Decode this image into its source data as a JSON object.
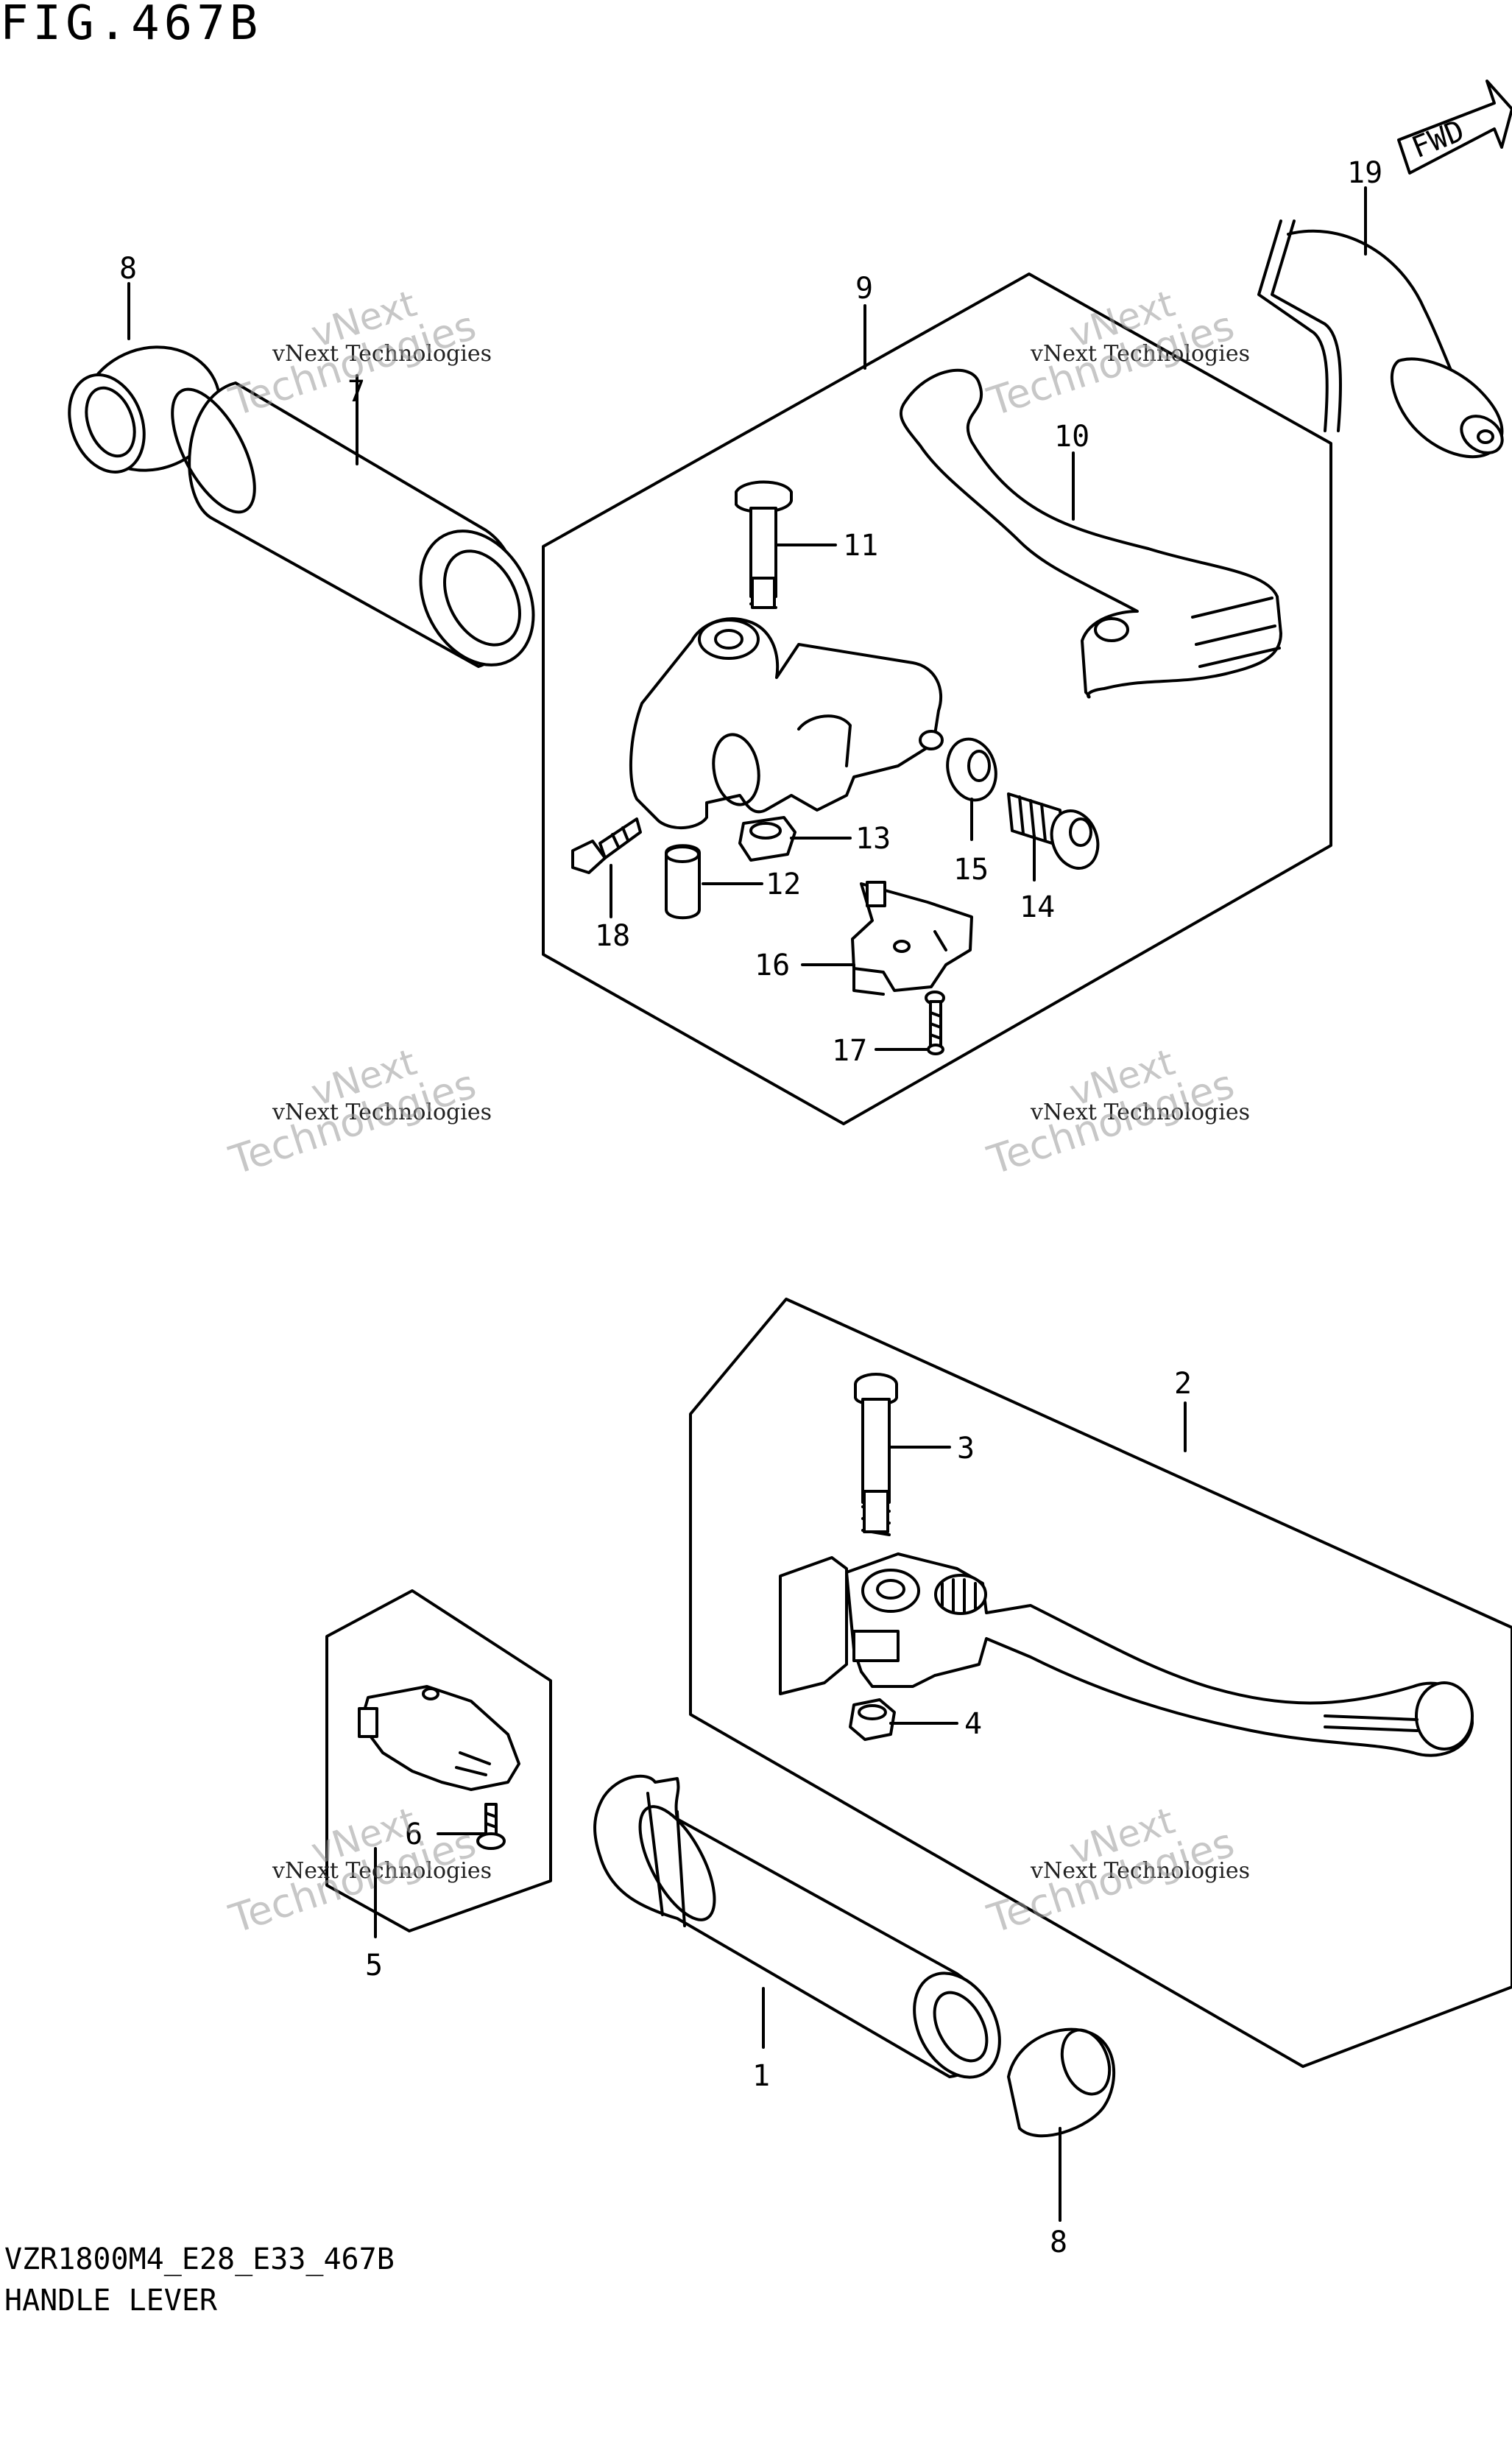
{
  "header": {
    "figure_title": "FIG.467B"
  },
  "footer": {
    "model_code": "VZR1800M4_E28_E33_467B",
    "section_name": "HANDLE LEVER"
  },
  "direction_label": "FWD",
  "watermark": {
    "line1": "vNext Technologies",
    "line2": "vNext",
    "line3": "Technologies"
  },
  "callouts": [
    "1",
    "2",
    "3",
    "4",
    "5",
    "6",
    "7",
    "8",
    "9",
    "10",
    "11",
    "12",
    "13",
    "14",
    "15",
    "16",
    "17",
    "18",
    "19",
    "8"
  ]
}
